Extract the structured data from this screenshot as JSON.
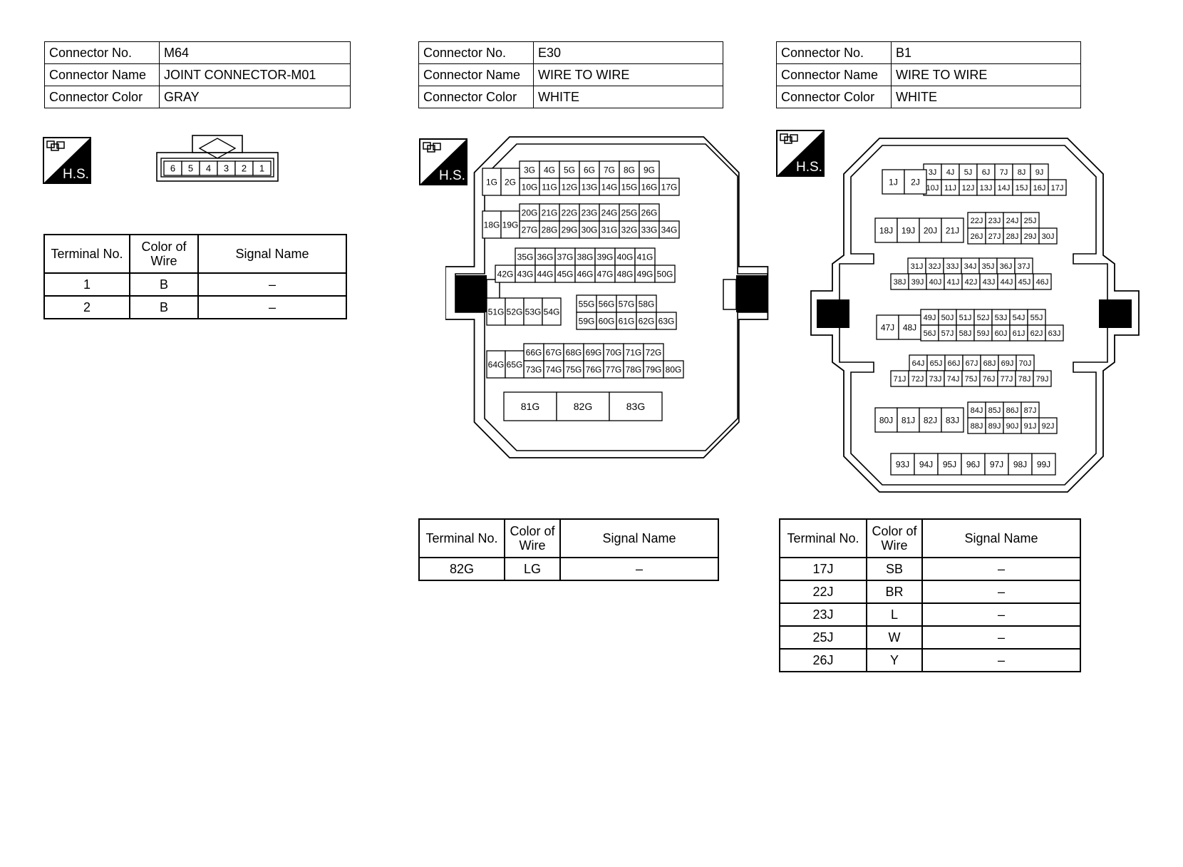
{
  "connectors": [
    {
      "id": "m64",
      "info": [
        {
          "key": "Connector No.",
          "value": "M64"
        },
        {
          "key": "Connector Name",
          "value": "JOINT CONNECTOR-M01"
        },
        {
          "key": "Connector Color",
          "value": "GRAY"
        }
      ],
      "badge": "H.S.",
      "pins": [
        "6",
        "5",
        "4",
        "3",
        "2",
        "1"
      ],
      "table_headers": [
        "Terminal No.",
        "Color of Wire",
        "Signal Name"
      ],
      "rows": [
        {
          "terminal": "1",
          "color": "B",
          "signal": "–"
        },
        {
          "terminal": "2",
          "color": "B",
          "signal": "–"
        }
      ]
    },
    {
      "id": "e30",
      "info": [
        {
          "key": "Connector No.",
          "value": "E30"
        },
        {
          "key": "Connector Name",
          "value": "WIRE TO WIRE"
        },
        {
          "key": "Connector Color",
          "value": "WHITE"
        }
      ],
      "badge": "H.S.",
      "pin_rows": [
        {
          "top": [
            "3G",
            "4G",
            "5G",
            "6G",
            "7G",
            "8G",
            "9G"
          ],
          "bottom": [
            "10G",
            "11G",
            "12G",
            "13G",
            "14G",
            "15G",
            "16G",
            "17G"
          ],
          "side": [
            "1G",
            "2G"
          ]
        },
        {
          "top": [
            "20G",
            "21G",
            "22G",
            "23G",
            "24G",
            "25G",
            "26G"
          ],
          "bottom": [
            "27G",
            "28G",
            "29G",
            "30G",
            "31G",
            "32G",
            "33G",
            "34G"
          ],
          "side": [
            "18G",
            "19G"
          ]
        },
        {
          "top": [
            "35G",
            "36G",
            "37G",
            "38G",
            "39G",
            "40G",
            "41G"
          ],
          "bottom": [
            "42G",
            "43G",
            "44G",
            "45G",
            "46G",
            "47G",
            "48G",
            "49G",
            "50G"
          ],
          "side": []
        },
        {
          "top": [
            "55G",
            "56G",
            "57G",
            "58G"
          ],
          "bottom": [
            "59G",
            "60G",
            "61G",
            "62G",
            "63G"
          ],
          "side": [
            "51G",
            "52G",
            "53G",
            "54G"
          ]
        },
        {
          "top": [
            "66G",
            "67G",
            "68G",
            "69G",
            "70G",
            "71G",
            "72G"
          ],
          "bottom": [
            "73G",
            "74G",
            "75G",
            "76G",
            "77G",
            "78G",
            "79G",
            "80G"
          ],
          "side": [
            "64G",
            "65G"
          ]
        },
        {
          "top": [],
          "bottom": [
            "81G",
            "82G",
            "83G"
          ],
          "side": []
        }
      ],
      "table_headers": [
        "Terminal No.",
        "Color of Wire",
        "Signal Name"
      ],
      "rows": [
        {
          "terminal": "82G",
          "color": "LG",
          "signal": "–"
        }
      ]
    },
    {
      "id": "b1",
      "info": [
        {
          "key": "Connector No.",
          "value": "B1"
        },
        {
          "key": "Connector Name",
          "value": "WIRE TO WIRE"
        },
        {
          "key": "Connector Color",
          "value": "WHITE"
        }
      ],
      "badge": "H.S.",
      "pin_rows": [
        {
          "top": [
            "3J",
            "4J",
            "5J",
            "6J",
            "7J",
            "8J",
            "9J"
          ],
          "bottom": [
            "10J",
            "11J",
            "12J",
            "13J",
            "14J",
            "15J",
            "16J",
            "17J"
          ],
          "side": [
            "1J",
            "2J"
          ]
        },
        {
          "top": [
            "22J",
            "23J",
            "24J",
            "25J"
          ],
          "bottom": [
            "26J",
            "27J",
            "28J",
            "29J",
            "30J"
          ],
          "side": [
            "18J",
            "19J",
            "20J",
            "21J"
          ]
        },
        {
          "top": [
            "31J",
            "32J",
            "33J",
            "34J",
            "35J",
            "36J",
            "37J"
          ],
          "bottom": [
            "38J",
            "39J",
            "40J",
            "41J",
            "42J",
            "43J",
            "44J",
            "45J",
            "46J"
          ],
          "side": []
        },
        {
          "top": [
            "49J",
            "50J",
            "51J",
            "52J",
            "53J",
            "54J",
            "55J"
          ],
          "bottom": [
            "56J",
            "57J",
            "58J",
            "59J",
            "60J",
            "61J",
            "62J",
            "63J"
          ],
          "side": [
            "47J",
            "48J"
          ]
        },
        {
          "top": [
            "64J",
            "65J",
            "66J",
            "67J",
            "68J",
            "69J",
            "70J"
          ],
          "bottom": [
            "71J",
            "72J",
            "73J",
            "74J",
            "75J",
            "76J",
            "77J",
            "78J",
            "79J"
          ],
          "side": []
        },
        {
          "top": [
            "84J",
            "85J",
            "86J",
            "87J"
          ],
          "bottom": [
            "88J",
            "89J",
            "90J",
            "91J",
            "92J"
          ],
          "side": [
            "80J",
            "81J",
            "82J",
            "83J"
          ]
        },
        {
          "top": [],
          "bottom": [
            "93J",
            "94J",
            "95J",
            "96J",
            "97J",
            "98J",
            "99J"
          ],
          "side": []
        }
      ],
      "table_headers": [
        "Terminal No.",
        "Color of Wire",
        "Signal Name"
      ],
      "rows": [
        {
          "terminal": "17J",
          "color": "SB",
          "signal": "–"
        },
        {
          "terminal": "22J",
          "color": "BR",
          "signal": "–"
        },
        {
          "terminal": "23J",
          "color": "L",
          "signal": "–"
        },
        {
          "terminal": "25J",
          "color": "W",
          "signal": "–"
        },
        {
          "terminal": "26J",
          "color": "Y",
          "signal": "–"
        }
      ]
    }
  ]
}
